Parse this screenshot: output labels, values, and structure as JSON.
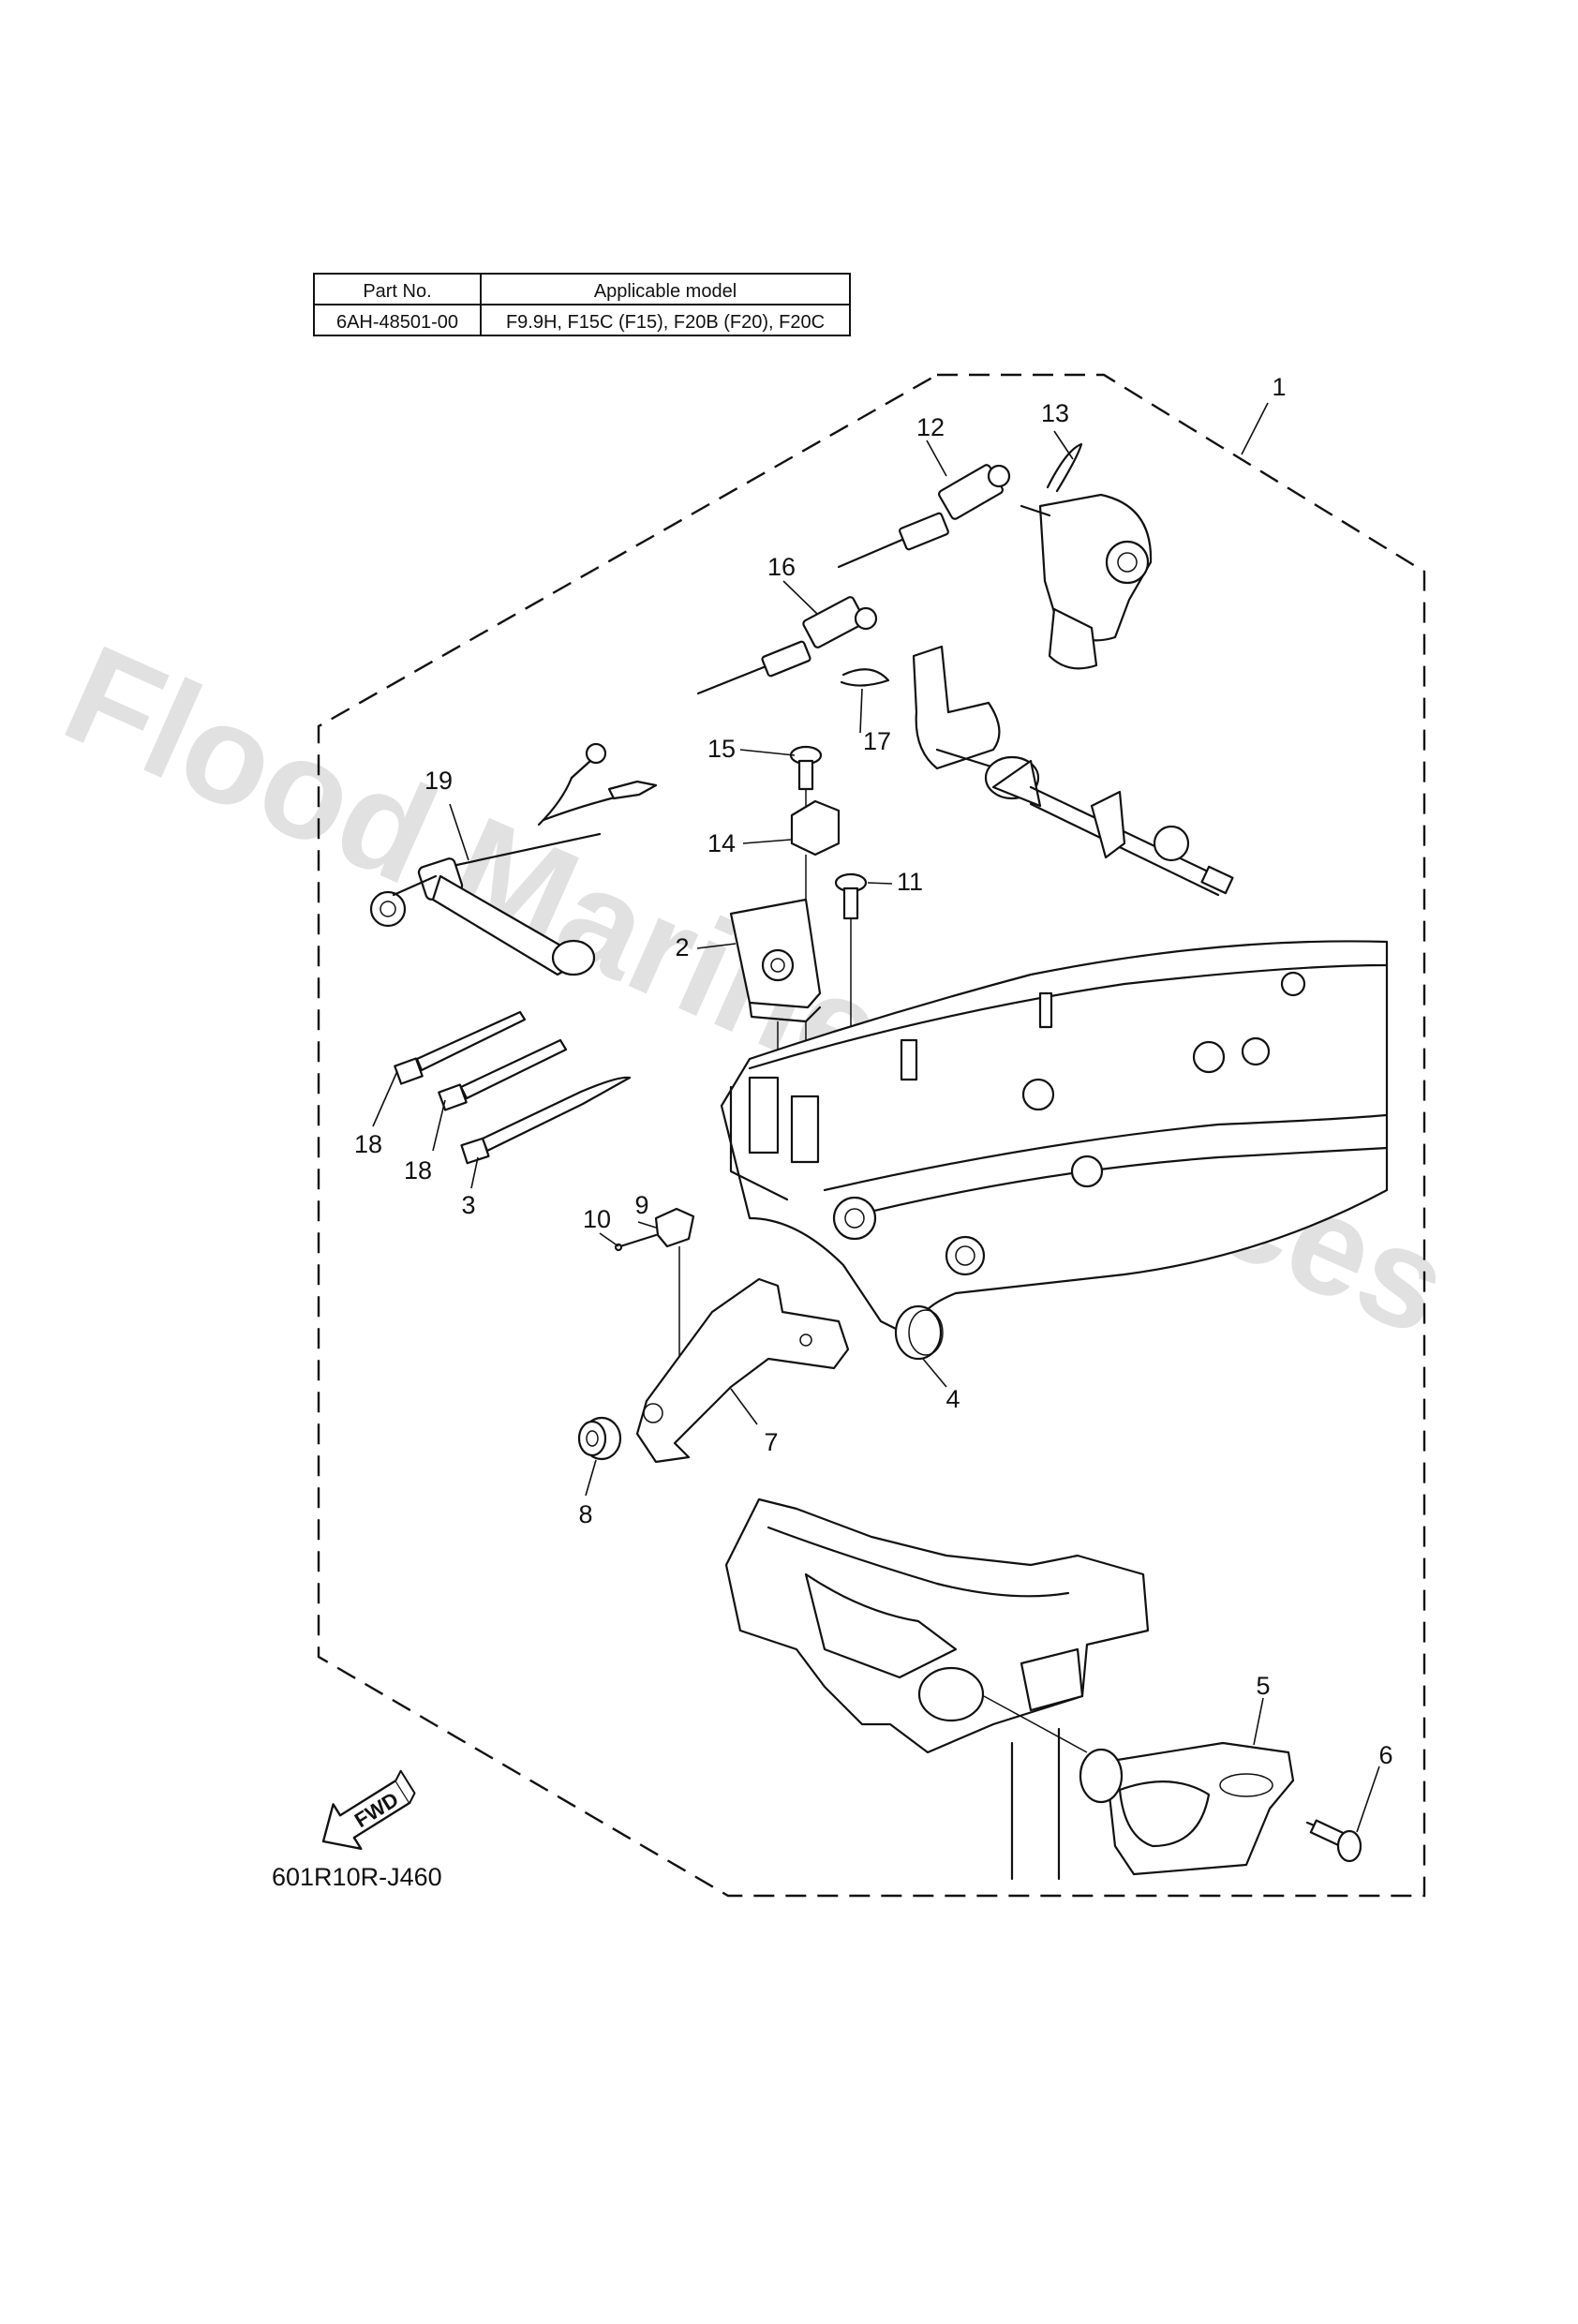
{
  "table": {
    "headers": [
      "Part No.",
      "Applicable model"
    ],
    "rows": [
      [
        "6AH-48501-00",
        "F9.9H, F15C (F15), F20B (F20), F20C"
      ]
    ]
  },
  "watermark": "Flood Marine Services",
  "fwd_label": "FWD",
  "figure_code": "601R10R-J460",
  "callouts": [
    "1",
    "2",
    "3",
    "4",
    "5",
    "6",
    "7",
    "8",
    "9",
    "10",
    "11",
    "12",
    "13",
    "14",
    "15",
    "16",
    "17",
    "18",
    "18",
    "19"
  ]
}
